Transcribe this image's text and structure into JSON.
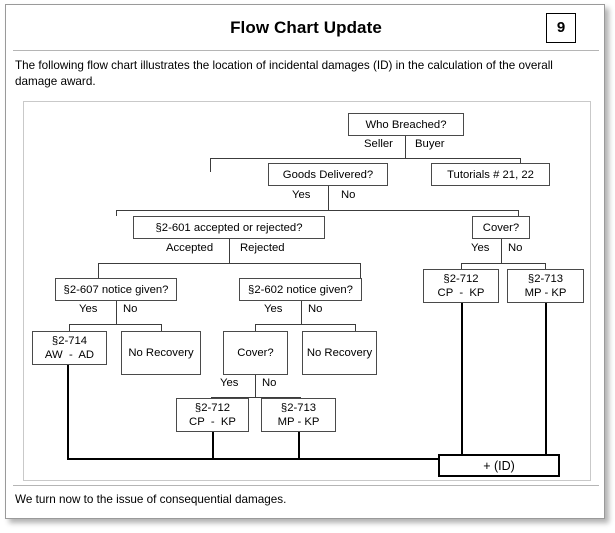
{
  "slide": {
    "title": "Flow Chart Update",
    "page_number": "9",
    "intro_text": "The following flow chart illustrates the location of incidental damages (ID) in the calculation of the overall damage award.",
    "outro_text": "We turn now to the issue of consequential damages."
  },
  "chart_data": {
    "type": "diagram",
    "title": "Flow Chart Update",
    "nodes": [
      {
        "id": "who-breached",
        "label": "Who Breached?"
      },
      {
        "id": "goods-delivered",
        "label": "Goods Delivered?"
      },
      {
        "id": "tutorials",
        "label": "Tutorials # 21, 22"
      },
      {
        "id": "s2-601",
        "label": "§2-601 accepted or rejected?"
      },
      {
        "id": "cover-right",
        "label": "Cover?"
      },
      {
        "id": "s2-607",
        "label": "§2-607 notice given?"
      },
      {
        "id": "s2-602",
        "label": "§2-602 notice given?"
      },
      {
        "id": "s2-712-right",
        "label": "§2-712",
        "label2": "CP  -  KP"
      },
      {
        "id": "s2-713-right",
        "label": "§2-713",
        "label2": "MP - KP"
      },
      {
        "id": "s2-714",
        "label": "§2-714",
        "label2": "AW  -  AD"
      },
      {
        "id": "no-recovery-left",
        "label": "No Recovery"
      },
      {
        "id": "cover-mid",
        "label": "Cover?"
      },
      {
        "id": "no-recovery-mid",
        "label": "No Recovery"
      },
      {
        "id": "s2-712-mid",
        "label": "§2-712",
        "label2": "CP  -  KP"
      },
      {
        "id": "s2-713-mid",
        "label": "§2-713",
        "label2": "MP - KP"
      },
      {
        "id": "plus-id",
        "label": "+ (ID)"
      }
    ],
    "edge_labels": {
      "seller": "Seller",
      "buyer": "Buyer",
      "goods_yes": "Yes",
      "goods_no": "No",
      "accepted": "Accepted",
      "rejected": "Rejected",
      "s607_yes": "Yes",
      "s607_no": "No",
      "s602_yes": "Yes",
      "s602_no": "No",
      "cover_right_yes": "Yes",
      "cover_right_no": "No",
      "cover_mid_yes": "Yes",
      "cover_mid_no": "No"
    },
    "edges": [
      {
        "from": "who-breached",
        "to": "goods-delivered",
        "label": "Seller"
      },
      {
        "from": "who-breached",
        "to": "tutorials",
        "label": "Buyer"
      },
      {
        "from": "goods-delivered",
        "to": "s2-601",
        "label": "Yes"
      },
      {
        "from": "goods-delivered",
        "to": "cover-right",
        "label": "No"
      },
      {
        "from": "s2-601",
        "to": "s2-607",
        "label": "Accepted"
      },
      {
        "from": "s2-601",
        "to": "s2-602",
        "label": "Rejected"
      },
      {
        "from": "cover-right",
        "to": "s2-712-right",
        "label": "Yes"
      },
      {
        "from": "cover-right",
        "to": "s2-713-right",
        "label": "No"
      },
      {
        "from": "s2-607",
        "to": "s2-714",
        "label": "Yes"
      },
      {
        "from": "s2-607",
        "to": "no-recovery-left",
        "label": "No"
      },
      {
        "from": "s2-602",
        "to": "cover-mid",
        "label": "Yes"
      },
      {
        "from": "s2-602",
        "to": "no-recovery-mid",
        "label": "No"
      },
      {
        "from": "cover-mid",
        "to": "s2-712-mid",
        "label": "Yes"
      },
      {
        "from": "cover-mid",
        "to": "s2-713-mid",
        "label": "No"
      },
      {
        "from": "s2-714",
        "to": "plus-id",
        "label": ""
      },
      {
        "from": "s2-712-mid",
        "to": "plus-id",
        "label": ""
      },
      {
        "from": "s2-713-mid",
        "to": "plus-id",
        "label": ""
      },
      {
        "from": "s2-712-right",
        "to": "plus-id",
        "label": ""
      },
      {
        "from": "s2-713-right",
        "to": "plus-id",
        "label": ""
      }
    ]
  },
  "colors": {
    "node_border": "#4a4a4a",
    "bold_line": "#000000",
    "panel_border": "#c9c9c9",
    "text": "#000000",
    "background": "#ffffff"
  }
}
